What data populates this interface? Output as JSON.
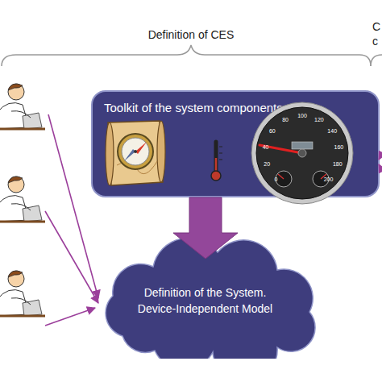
{
  "diagram": {
    "nodes": [
      {
        "text": [
          "Toolkit of the system components"
        ]
      },
      {
        "text": [
          "Definition of the System. Device-Independent Model"
        ]
      }
    ],
    "edges": [
      {
        "from": 0,
        "to": 1,
        "arrow": "to"
      }
    ],
    "labels": [
      "Definition of CES",
      "C",
      "c",
      "0",
      "20",
      "40",
      "60",
      "80",
      "100",
      "120",
      "140",
      "160",
      "180",
      "200"
    ]
  }
}
